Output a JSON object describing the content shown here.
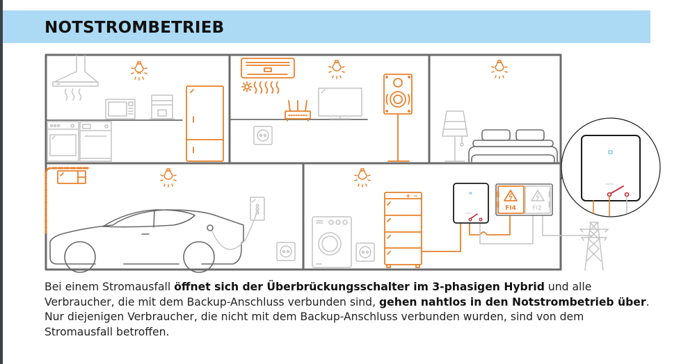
{
  "header": {
    "title": "NOTSTROMBETRIEB",
    "band_color": "#acdaf4"
  },
  "colors": {
    "backup_orange": "#e8802a",
    "non_backup_gray": "#c4c4c4",
    "wall_gray": "#6b6b6b",
    "switch_red": "#c8202e",
    "inverter_black": "#1a1a1a"
  },
  "illustration": {
    "rooms": [
      {
        "name": "kitchen",
        "backup_devices": [
          "ceiling-light",
          "fridge"
        ],
        "other_devices": [
          "range-hood",
          "microwave",
          "coffee-machine",
          "oven",
          "dishwasher"
        ]
      },
      {
        "name": "living-room",
        "backup_devices": [
          "ceiling-light",
          "air-conditioner",
          "router",
          "speaker"
        ],
        "other_devices": [
          "tv",
          "wall-socket"
        ]
      },
      {
        "name": "bedroom",
        "backup_devices": [
          "ceiling-light"
        ],
        "other_devices": [
          "lamp",
          "bed"
        ]
      },
      {
        "name": "garage",
        "backup_devices": [
          "ceiling-light",
          "alarm-panel"
        ],
        "other_devices": [
          "car",
          "wallbox",
          "wall-socket"
        ]
      },
      {
        "name": "utility-room",
        "backup_devices": [
          "ceiling-light",
          "battery-stack",
          "breaker-fi4"
        ],
        "other_devices": [
          "washing-machine",
          "wall-socket",
          "breaker-fi2"
        ]
      }
    ],
    "battery": {
      "terminal_label": "+ −"
    },
    "breakers": [
      {
        "label": "FI4",
        "backup": true
      },
      {
        "label": "FI2",
        "backup": false
      }
    ],
    "zoom_circle": {
      "subject": "hybrid-inverter",
      "switch_state": "open"
    }
  },
  "description": {
    "segments": [
      {
        "text": "Bei einem Stromausfall ",
        "bold": false
      },
      {
        "text": "öffnet sich der Überbrückungsschalter im 3-phasigen Hybrid",
        "bold": true
      },
      {
        "text": " und alle Verbraucher, die mit dem Backup-Anschluss verbunden sind, ",
        "bold": false
      },
      {
        "text": "gehen nahtlos in den Notstrombetrieb über",
        "bold": true
      },
      {
        "text": ". Nur diejenigen Verbraucher, die nicht mit dem Backup-Anschluss verbunden wurden, sind von dem Stromausfall betroffen.",
        "bold": false
      }
    ]
  }
}
